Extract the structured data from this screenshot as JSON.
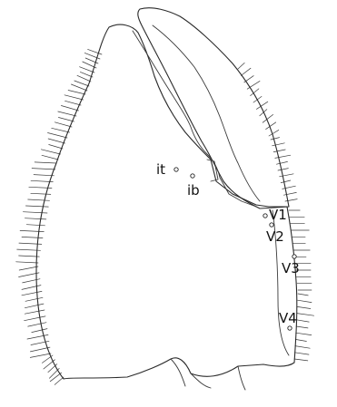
{
  "figure": {
    "labels": {
      "it": "it",
      "ib": "ib",
      "v1": "V1",
      "v2": "V2",
      "v3": "V3",
      "v4": "V4"
    },
    "colors": {
      "line": "#2a2a2a",
      "text": "#111111",
      "background": "#ffffff"
    }
  }
}
